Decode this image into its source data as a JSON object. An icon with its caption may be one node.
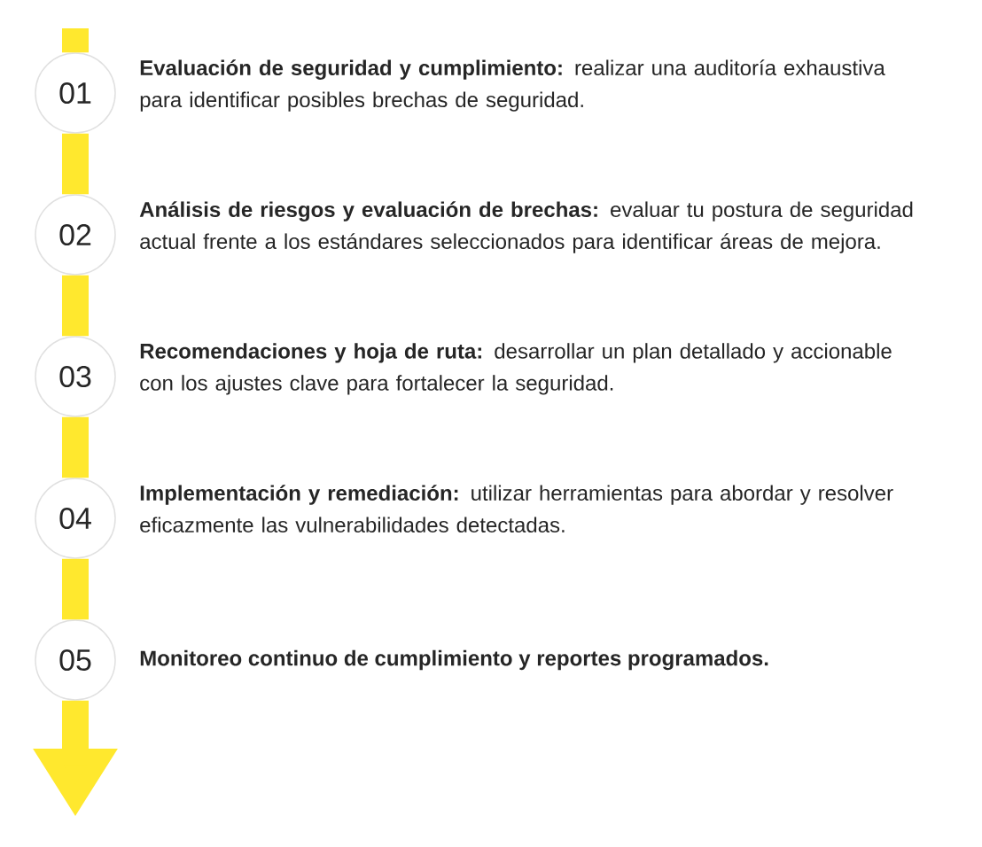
{
  "diagram": {
    "nodes": [
      {
        "text": [
          "01"
        ],
        "beside": [
          "**Evaluación de seguridad y cumplimiento:** realizar una auditoría exhaustiva para identificar posibles brechas de seguridad."
        ]
      },
      {
        "text": [
          "02"
        ],
        "beside": [
          "**Análisis de riesgos y evaluación de brechas:** evaluar tu postura de seguridad actual frente a los estándares seleccionados para identificar áreas de mejora."
        ]
      },
      {
        "text": [
          "03"
        ],
        "beside": [
          "**Recomendaciones y hoja de ruta:** desarrollar un plan detallado y accionable con los ajustes clave para fortalecer la seguridad."
        ]
      },
      {
        "text": [
          "04"
        ],
        "beside": [
          "**Implementación y remediación:** utilizar herramientas para abordar y resolver eficazmente las vulnerabilidades detectadas."
        ]
      },
      {
        "text": [
          "05"
        ],
        "beside": [
          "Monitoreo continuo de cumplimiento y reportes programados."
        ]
      }
    ],
    "edges": [
      {
        "from": null,
        "to": 0,
        "arrow": "none"
      },
      {
        "from": 0,
        "to": 1,
        "arrow": "none"
      },
      {
        "from": 1,
        "to": 2,
        "arrow": "none"
      },
      {
        "from": 2,
        "to": 3,
        "arrow": "none"
      },
      {
        "from": 3,
        "to": 4,
        "arrow": "none"
      },
      {
        "from": 4,
        "to": null,
        "arrow": "to"
      }
    ]
  }
}
